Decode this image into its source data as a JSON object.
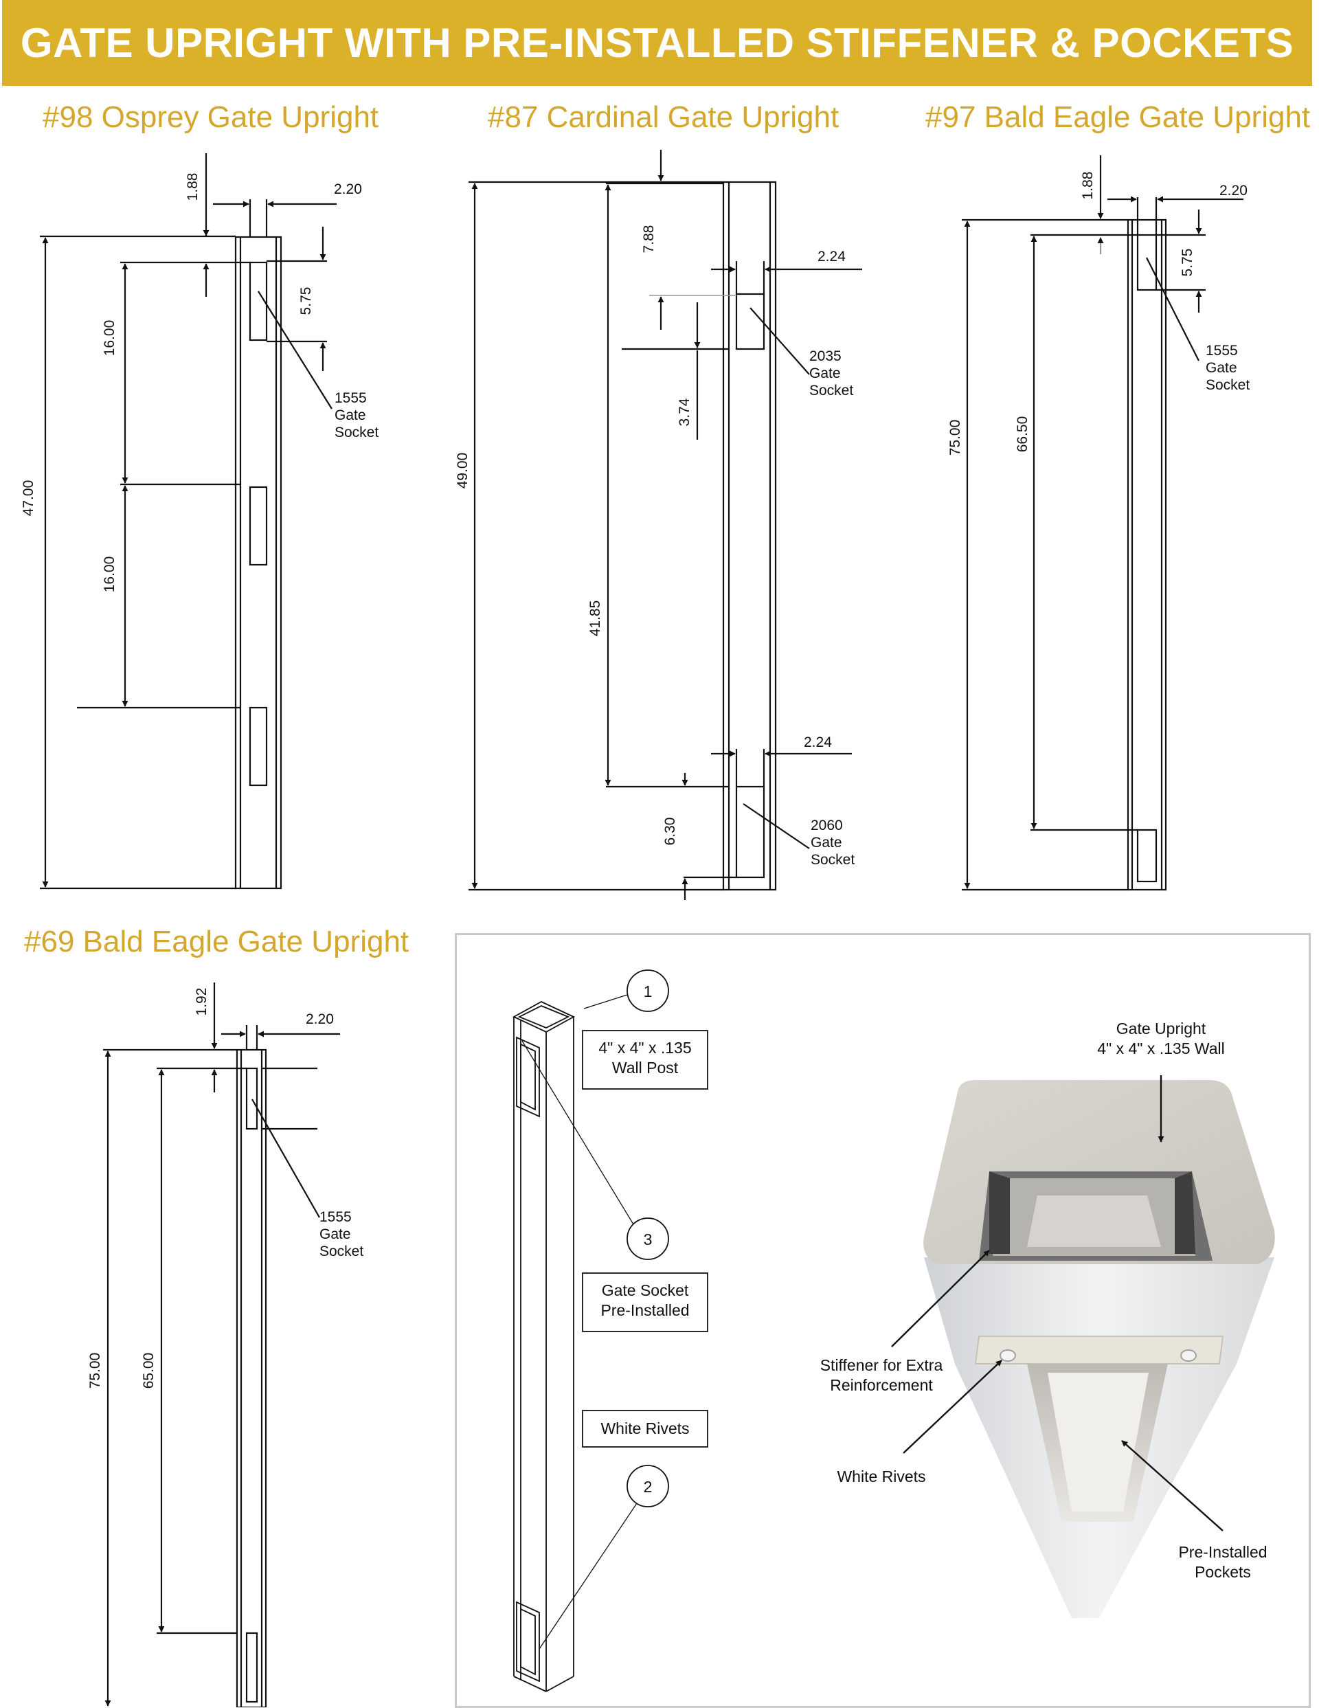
{
  "banner": {
    "title": "GATE UPRIGHT WITH PRE-INSTALLED STIFFENER & POCKETS"
  },
  "panels": {
    "osprey": {
      "title": "#98 Osprey Gate Upright",
      "dims": {
        "top_offset": "1.88",
        "width": "2.20",
        "socket_height": "5.75",
        "spacing_1": "16.00",
        "spacing_2": "16.00",
        "total_height": "47.00"
      },
      "socket_label": [
        "1555",
        "Gate",
        "Socket"
      ]
    },
    "cardinal": {
      "title": "#87 Cardinal Gate Upright",
      "dims": {
        "top_offset": "7.88",
        "width_top": "2.24",
        "socket_gap": "3.74",
        "total_height": "49.00",
        "span": "41.85",
        "width_bottom": "2.24",
        "bottom_offset": "6.30"
      },
      "top_socket_label": [
        "2035",
        "Gate",
        "Socket"
      ],
      "bottom_socket_label": [
        "2060",
        "Gate",
        "Socket"
      ]
    },
    "bald_eagle_97": {
      "title": "#97 Bald Eagle Gate Upright",
      "dims": {
        "top_offset": "1.88",
        "width": "2.20",
        "socket_height": "5.75",
        "total_height": "75.00",
        "span": "66.50"
      },
      "socket_label": [
        "1555",
        "Gate",
        "Socket"
      ]
    },
    "bald_eagle_69": {
      "title": "#69 Bald Eagle Gate Upright",
      "dims": {
        "top_offset": "1.92",
        "width": "2.20",
        "total_height": "75.00",
        "span": "65.00"
      },
      "socket_label": [
        "1555",
        "Gate",
        "Socket"
      ]
    }
  },
  "assembly": {
    "callouts": [
      "1",
      "3",
      "2"
    ],
    "boxes": [
      [
        "4\" x 4\" x .135",
        "Wall Post"
      ],
      [
        "Gate Socket",
        "Pre-Installed"
      ],
      [
        "White Rivets"
      ]
    ]
  },
  "photo": {
    "labels": {
      "upright": [
        "Gate Upright",
        "4\" x 4\" x .135 Wall"
      ],
      "stiffener": [
        "Stiffener for Extra",
        "Reinforcement"
      ],
      "rivets": [
        "White Rivets"
      ],
      "pockets": [
        "Pre-Installed",
        "Pockets"
      ]
    }
  }
}
